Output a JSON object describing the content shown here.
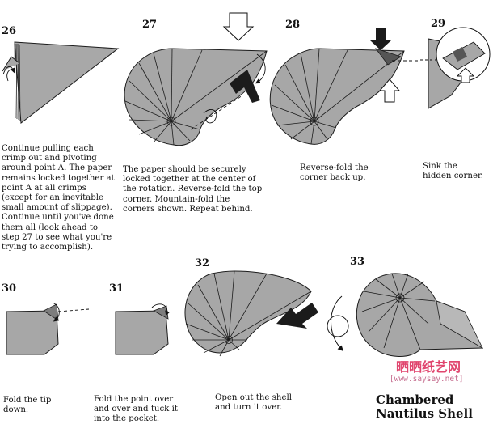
{
  "steps": [
    {
      "number": "26",
      "caption": "Continue pulling each\ncrimp out and pivoting\naround point A. The paper\nremains locked together at\npoint A at all crimps\n(except for an inevitable\nsmall amount of slippage).\nContinue until you've done\nthem all (look ahead to\nstep 27 to see what you're\ntrying to accomplish)."
    },
    {
      "number": "27",
      "caption": "The paper should be securely\nlocked together at the center of\nthe rotation. Reverse-fold the top\ncorner. Mountain-fold the\ncorners shown. Repeat behind."
    },
    {
      "number": "28",
      "caption": "Reverse-fold the\ncorner back up."
    },
    {
      "number": "29",
      "caption": "Sink the\nhidden corner."
    },
    {
      "number": "30",
      "caption": "Fold the tip\ndown."
    },
    {
      "number": "31",
      "caption": "Fold the point over\nand over and tuck it\ninto the pocket."
    },
    {
      "number": "32",
      "caption": "Open out the shell\nand turn it over."
    },
    {
      "number": "33",
      "caption": ""
    }
  ],
  "title": "Chambered\nNautilus Shell",
  "watermark": {
    "brand": "晒晒纸艺网",
    "url": "[www.saysay.net]"
  },
  "colors": {
    "paper": "#a7a7a7",
    "paper_dark": "#7d7d7d",
    "line": "#1c1c1c",
    "arrow_dark": "#222222",
    "brand": "#e0456e"
  }
}
